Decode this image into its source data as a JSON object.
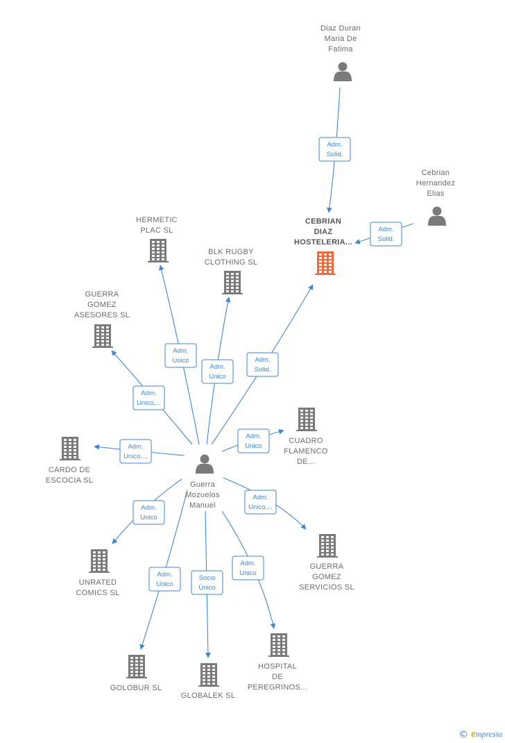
{
  "nodes": [
    {
      "id": "diaz",
      "type": "person",
      "label": [
        "Diaz Duran",
        "Maria De",
        "Fatima"
      ]
    },
    {
      "id": "cebrian_he",
      "type": "person",
      "label": [
        "Cebrian",
        "Hernandez",
        "Elias"
      ]
    },
    {
      "id": "cebrian_co",
      "type": "company",
      "focus": true,
      "label": [
        "CEBRIAN",
        "DIAZ",
        "HOSTELERIA..."
      ]
    },
    {
      "id": "hermetic",
      "type": "company",
      "label": [
        "HERMETIC",
        "PLAC  SL"
      ]
    },
    {
      "id": "blk",
      "type": "company",
      "label": [
        "BLK RUGBY",
        "CLOTHING  SL"
      ]
    },
    {
      "id": "guerra_ase",
      "type": "company",
      "label": [
        "GUERRA",
        "GOMEZ",
        "ASESORES SL"
      ]
    },
    {
      "id": "cardo",
      "type": "company",
      "label": [
        "CARDO DE",
        "ESCOCIA  SL"
      ]
    },
    {
      "id": "cuadro",
      "type": "company",
      "label": [
        "CUADRO",
        "FLAMENCO",
        "DE..."
      ]
    },
    {
      "id": "guerra_mm",
      "type": "person",
      "label": [
        "Guerra",
        "Mozuelos",
        "Manuel"
      ]
    },
    {
      "id": "unrated",
      "type": "company",
      "label": [
        "UNRATED",
        "COMICS  SL"
      ]
    },
    {
      "id": "guerra_ser",
      "type": "company",
      "label": [
        "GUERRA",
        "GOMEZ",
        "SERVICIOS  SL"
      ]
    },
    {
      "id": "golobur",
      "type": "company",
      "label": [
        "GOLOBUR  SL"
      ]
    },
    {
      "id": "globalek",
      "type": "company",
      "label": [
        "GLOBALEK  SL"
      ]
    },
    {
      "id": "hospital",
      "type": "company",
      "label": [
        "HOSPITAL",
        "DE",
        "PEREGRINOS..."
      ]
    }
  ],
  "edges": [
    {
      "from": "diaz",
      "to": "cebrian_co",
      "label": [
        "Adm.",
        "Solid."
      ]
    },
    {
      "from": "cebrian_he",
      "to": "cebrian_co",
      "label": [
        "Adm.",
        "Solid."
      ]
    },
    {
      "from": "guerra_mm",
      "to": "cebrian_co",
      "label": [
        "Adm.",
        "Solid."
      ]
    },
    {
      "from": "guerra_mm",
      "to": "hermetic",
      "label": [
        "Adm.",
        "Unico"
      ]
    },
    {
      "from": "guerra_mm",
      "to": "blk",
      "label": [
        "Adm.",
        "Unico"
      ]
    },
    {
      "from": "guerra_mm",
      "to": "guerra_ase",
      "label": [
        "Adm.",
        "Unico,..."
      ]
    },
    {
      "from": "guerra_mm",
      "to": "cardo",
      "label": [
        "Adm.",
        "Unico,..."
      ]
    },
    {
      "from": "guerra_mm",
      "to": "cuadro",
      "label": [
        "Adm.",
        "Unico"
      ]
    },
    {
      "from": "guerra_mm",
      "to": "unrated",
      "label": [
        "Adm.",
        "Unico"
      ]
    },
    {
      "from": "guerra_mm",
      "to": "guerra_ser",
      "label": [
        "Adm.",
        "Unico,..."
      ]
    },
    {
      "from": "guerra_mm",
      "to": "golobur",
      "label": [
        "Adm.",
        "Unico"
      ]
    },
    {
      "from": "guerra_mm",
      "to": "globalek",
      "label": [
        "Socio",
        "Único"
      ]
    },
    {
      "from": "guerra_mm",
      "to": "hospital",
      "label": [
        "Adm.",
        "Unico"
      ]
    }
  ],
  "colors": {
    "edge": "#3f86d6",
    "company": "#7a7a7a",
    "focus_company": "#f26a3a",
    "person": "#7a7a7a",
    "label": "#6b6b6b"
  },
  "footer": {
    "copyright": "©",
    "brand_initial": "e",
    "brand_rest": "mpresia"
  }
}
